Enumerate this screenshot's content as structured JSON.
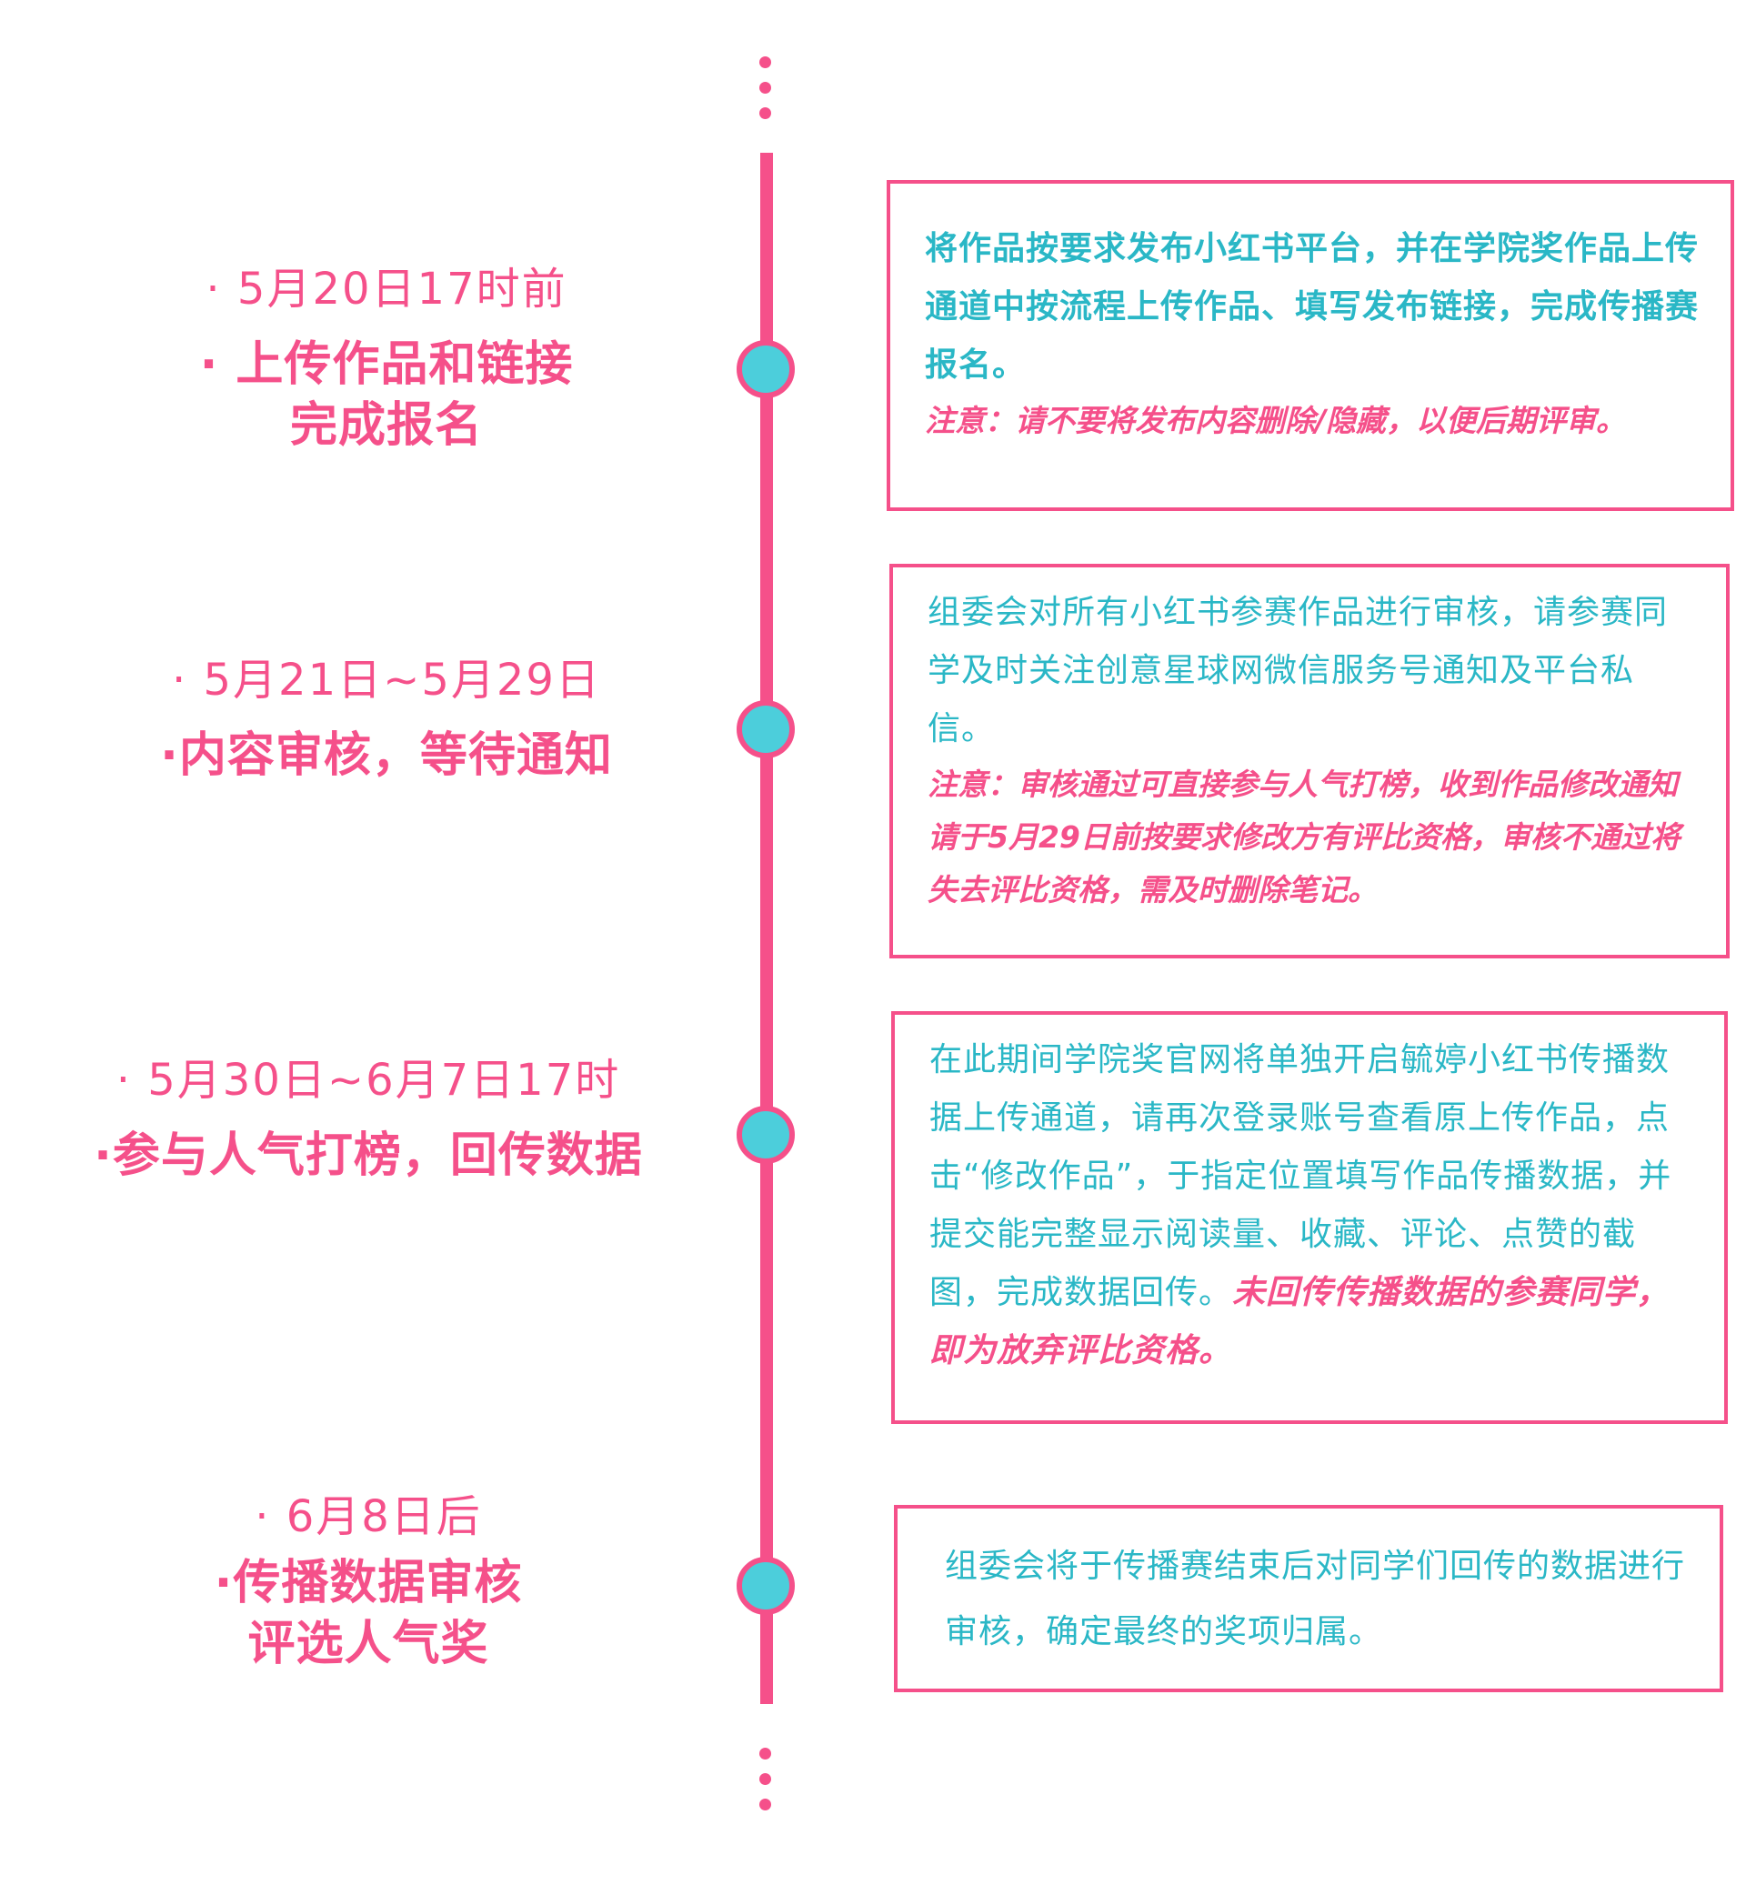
{
  "colors": {
    "accent": "#f5508a",
    "body_text": "#2ab7c6",
    "node_fill": "#4ccedb"
  },
  "stages": [
    {
      "date": "· 5月20日17时前",
      "title": "· 上传作品和链接\n完成报名",
      "detail": "将作品按要求发布小红书平台，并在学院奖作品上传通道中按流程上传作品、填写发布链接，完成传播赛报名。",
      "note": "注意：请不要将发布内容删除/隐藏，以便后期评审。"
    },
    {
      "date": "· 5月21日~5月29日",
      "title": "·内容审核，等待通知",
      "detail": "组委会对所有小红书参赛作品进行审核，请参赛同学及时关注创意星球网微信服务号通知及平台私信。",
      "note": "注意：审核通过可直接参与人气打榜，收到作品修改通知请于5月29日前按要求修改方有评比资格，审核不通过将失去评比资格，需及时删除笔记。"
    },
    {
      "date": "· 5月30日~6月7日17时",
      "title": "·参与人气打榜，回传数据",
      "detail": "在此期间学院奖官网将单独开启毓婷小红书传播数据上传通道，请再次登录账号查看原上传作品，点击“修改作品”，于指定位置填写作品传播数据，并提交能完整显示阅读量、收藏、评论、点赞的截图，完成数据回传。",
      "note": "未回传传播数据的参赛同学，即为放弃评比资格。"
    },
    {
      "date": "· 6月8日后",
      "title": "·传播数据审核\n评选人气奖",
      "detail": "组委会将于传播赛结束后对同学们回传的数据进行审核，确定最终的奖项归属。"
    }
  ]
}
